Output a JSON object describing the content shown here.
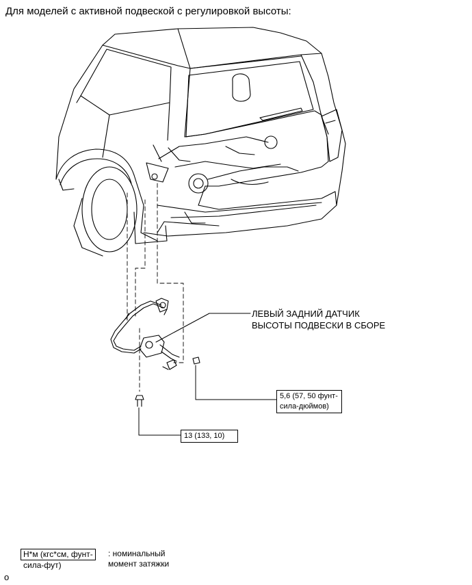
{
  "heading": "Для моделей с активной подвеской с регулировкой высоты:",
  "part_label": {
    "line1": "ЛЕВЫЙ ЗАДНИЙ ДАТЧИК",
    "line2": "ВЫСОТЫ ПОДВЕСКИ В СБОРЕ"
  },
  "torque_nut": {
    "line1": "5,6 (57, 50 фунт-",
    "line2": "сила-дюймов)"
  },
  "torque_bolt": "13 (133, 10)",
  "legend": {
    "unit_line1": "Н*м (кгс*см, фунт-",
    "unit_line2": "сила-фут)",
    "desc_line1": ": номинальный",
    "desc_line2": "момент затяжки"
  },
  "footer_mark": "o"
}
